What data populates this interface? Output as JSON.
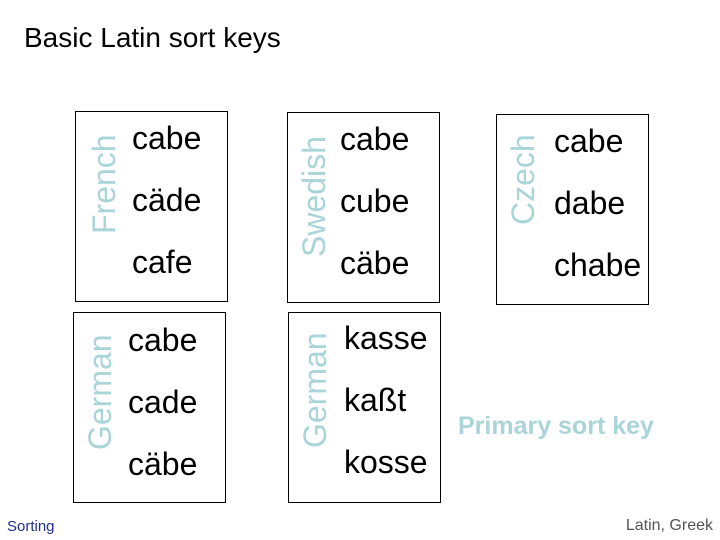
{
  "title": "Basic Latin sort keys",
  "boxes": [
    {
      "language": "French",
      "words": [
        "cabe",
        "cäde",
        "cafe"
      ]
    },
    {
      "language": "Swedish",
      "words": [
        "cabe",
        "cube",
        "cäbe"
      ]
    },
    {
      "language": "Czech",
      "words": [
        "cabe",
        "dabe",
        "chabe"
      ]
    },
    {
      "language": "German",
      "words": [
        "cabe",
        "cade",
        "cäbe"
      ]
    },
    {
      "language": "German",
      "words": [
        "kasse",
        "kaßt",
        "kosse"
      ]
    }
  ],
  "annotation": "Primary sort key",
  "footer": {
    "left": "Sorting",
    "right": "Latin, Greek"
  },
  "colors": {
    "accent": "#a9d4d8",
    "footer_link": "#1f2f8f",
    "text": "#000000"
  }
}
